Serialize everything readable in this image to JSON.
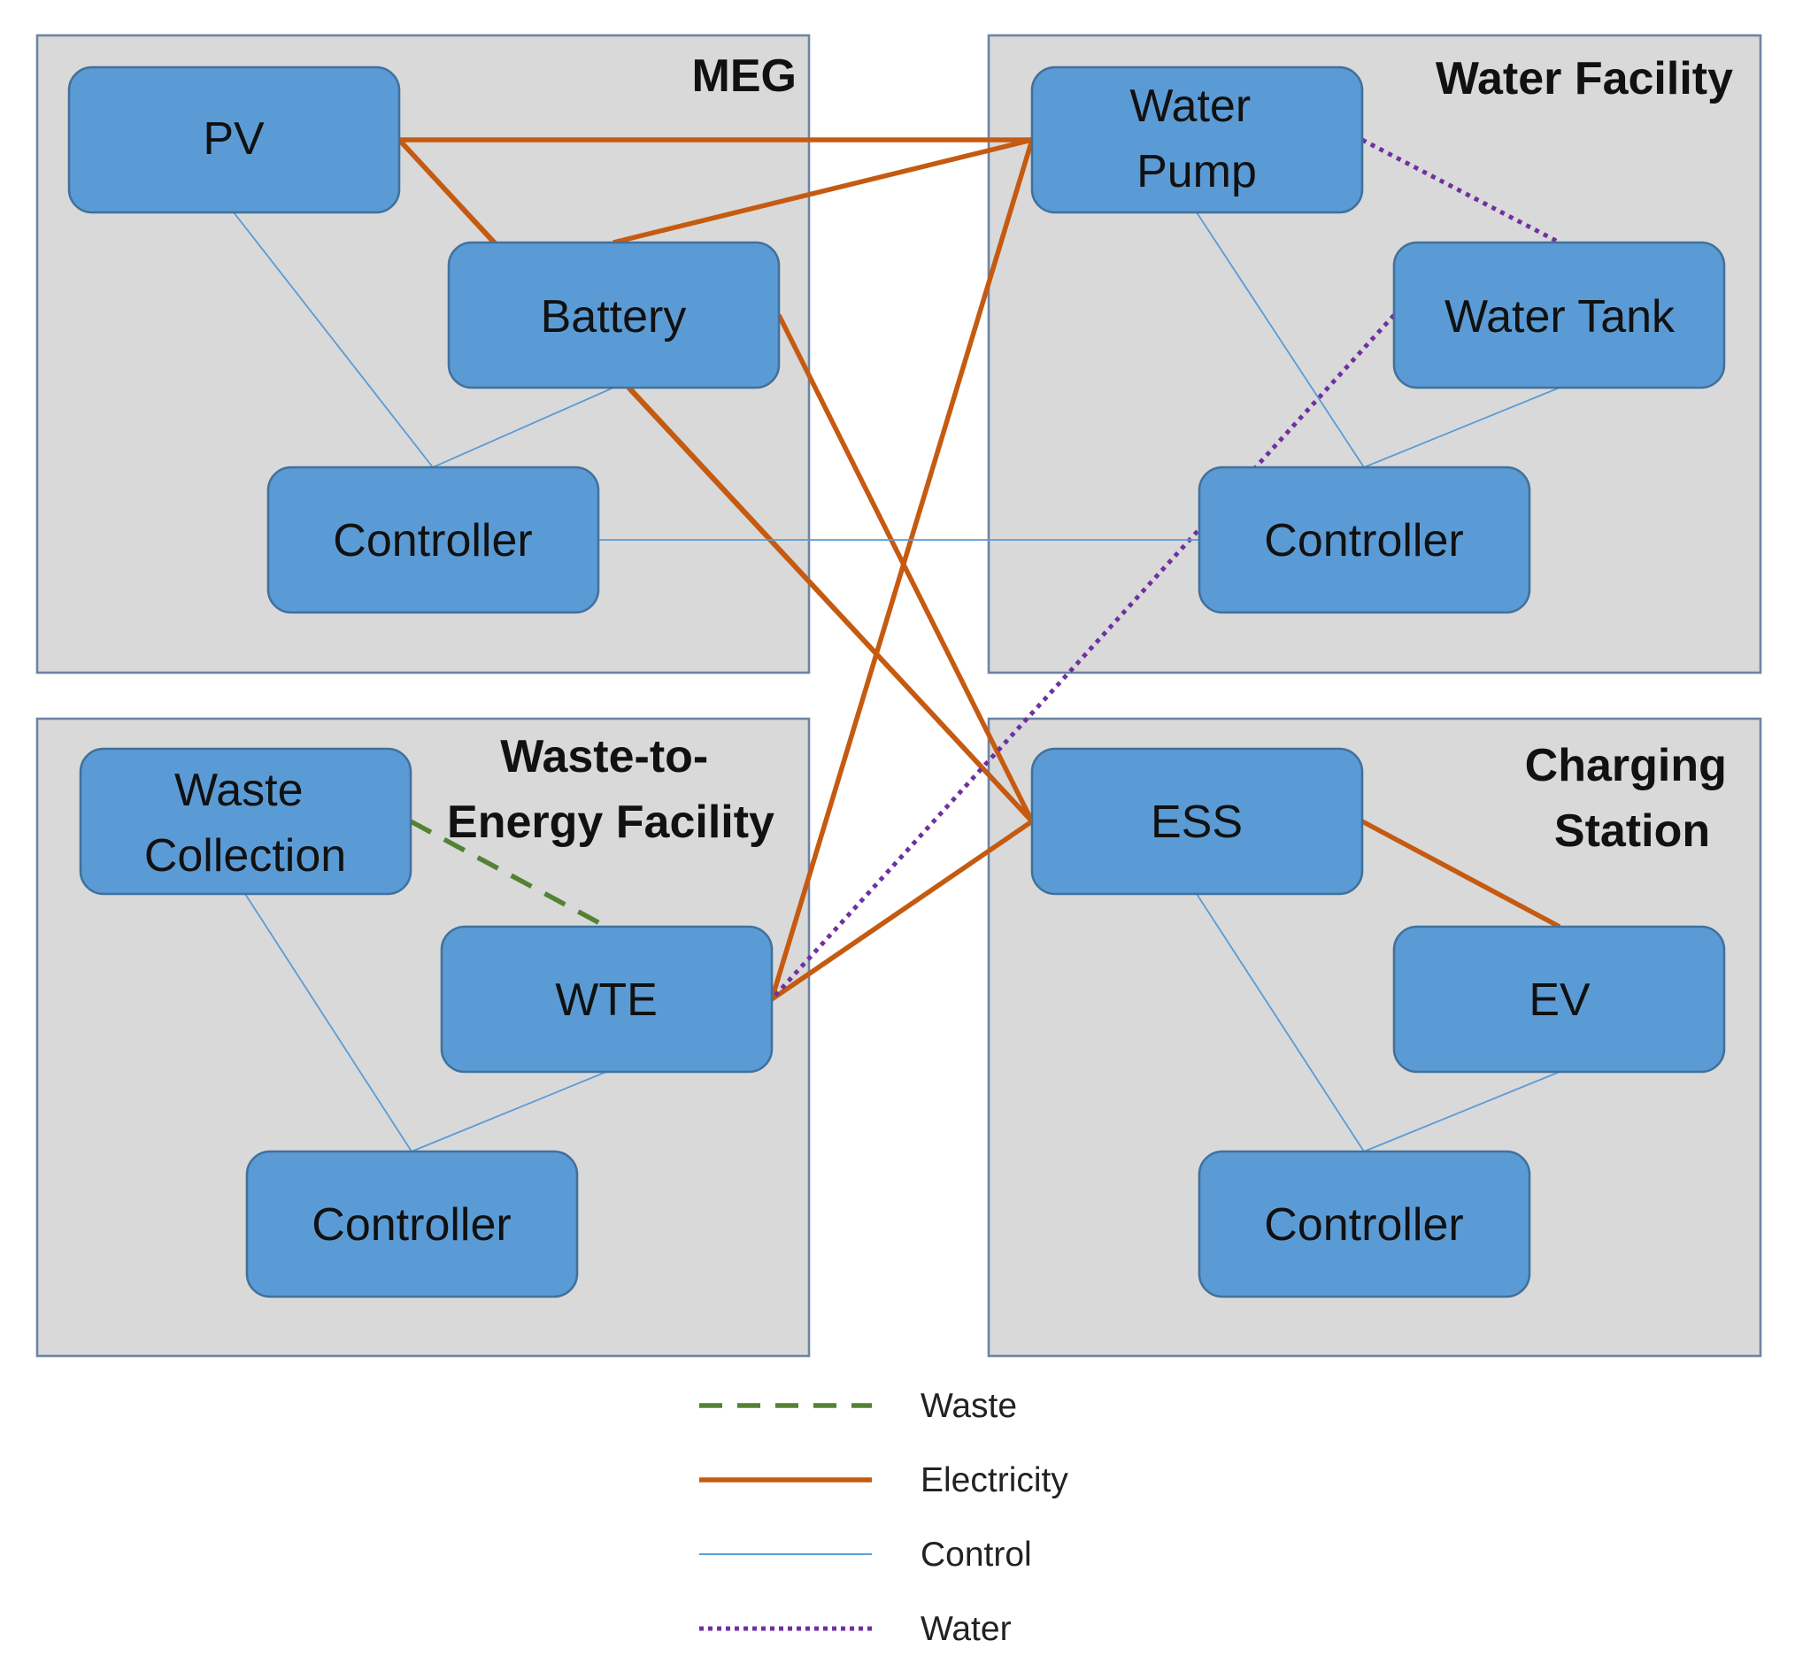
{
  "panels": {
    "meg": {
      "title": [
        "MEG"
      ]
    },
    "water": {
      "title": [
        "Water Facility"
      ]
    },
    "wte": {
      "title": [
        "Waste-to-",
        "Energy Facility"
      ]
    },
    "charging": {
      "title": [
        "Charging",
        "Station"
      ]
    }
  },
  "nodes": {
    "pv": {
      "label": [
        "PV"
      ]
    },
    "battery": {
      "label": [
        "Battery"
      ]
    },
    "meg_controller": {
      "label": [
        "Controller"
      ]
    },
    "water_pump": {
      "label": [
        "Water",
        "Pump"
      ]
    },
    "water_tank": {
      "label": [
        "Water Tank"
      ]
    },
    "water_controller": {
      "label": [
        "Controller"
      ]
    },
    "waste_collection": {
      "label": [
        "Waste",
        "Collection"
      ]
    },
    "wte": {
      "label": [
        "WTE"
      ]
    },
    "wte_controller": {
      "label": [
        "Controller"
      ]
    },
    "ess": {
      "label": [
        "ESS"
      ]
    },
    "ev": {
      "label": [
        "EV"
      ]
    },
    "cs_controller": {
      "label": [
        "Controller"
      ]
    }
  },
  "connections": [
    {
      "from": "pv",
      "to": "water_pump",
      "type": "electricity"
    },
    {
      "from": "pv",
      "to": "battery",
      "type": "electricity"
    },
    {
      "from": "pv",
      "to": "ess",
      "type": "electricity"
    },
    {
      "from": "battery",
      "to": "water_pump",
      "type": "electricity"
    },
    {
      "from": "battery",
      "to": "wte",
      "type": "electricity"
    },
    {
      "from": "battery",
      "to": "ess",
      "type": "electricity"
    },
    {
      "from": "water_pump",
      "to": "wte",
      "type": "electricity"
    },
    {
      "from": "wte",
      "to": "ess",
      "type": "electricity"
    },
    {
      "from": "ess",
      "to": "ev",
      "type": "electricity"
    },
    {
      "from": "water_pump",
      "to": "water_tank",
      "type": "water"
    },
    {
      "from": "water_tank",
      "to": "wte",
      "type": "water"
    },
    {
      "from": "waste_collection",
      "to": "wte",
      "type": "waste"
    },
    {
      "from": "pv",
      "to": "meg_controller",
      "type": "control"
    },
    {
      "from": "battery",
      "to": "meg_controller",
      "type": "control"
    },
    {
      "from": "meg_controller",
      "to": "water_controller",
      "type": "control"
    },
    {
      "from": "water_pump",
      "to": "water_controller",
      "type": "control"
    },
    {
      "from": "water_tank",
      "to": "water_controller",
      "type": "control"
    },
    {
      "from": "waste_collection",
      "to": "wte_controller",
      "type": "control"
    },
    {
      "from": "wte",
      "to": "wte_controller",
      "type": "control"
    },
    {
      "from": "ess",
      "to": "cs_controller",
      "type": "control"
    },
    {
      "from": "ev",
      "to": "cs_controller",
      "type": "control"
    }
  ],
  "legend": [
    {
      "type": "waste",
      "label": "Waste"
    },
    {
      "type": "electricity",
      "label": "Electricity"
    },
    {
      "type": "control",
      "label": "Control"
    },
    {
      "type": "water",
      "label": "Water"
    }
  ],
  "styles": {
    "electricity": {
      "color": "#c55a11"
    },
    "control": {
      "color": "#5b9bd5"
    },
    "water": {
      "color": "#7030a0"
    },
    "waste": {
      "color": "#548235"
    }
  }
}
